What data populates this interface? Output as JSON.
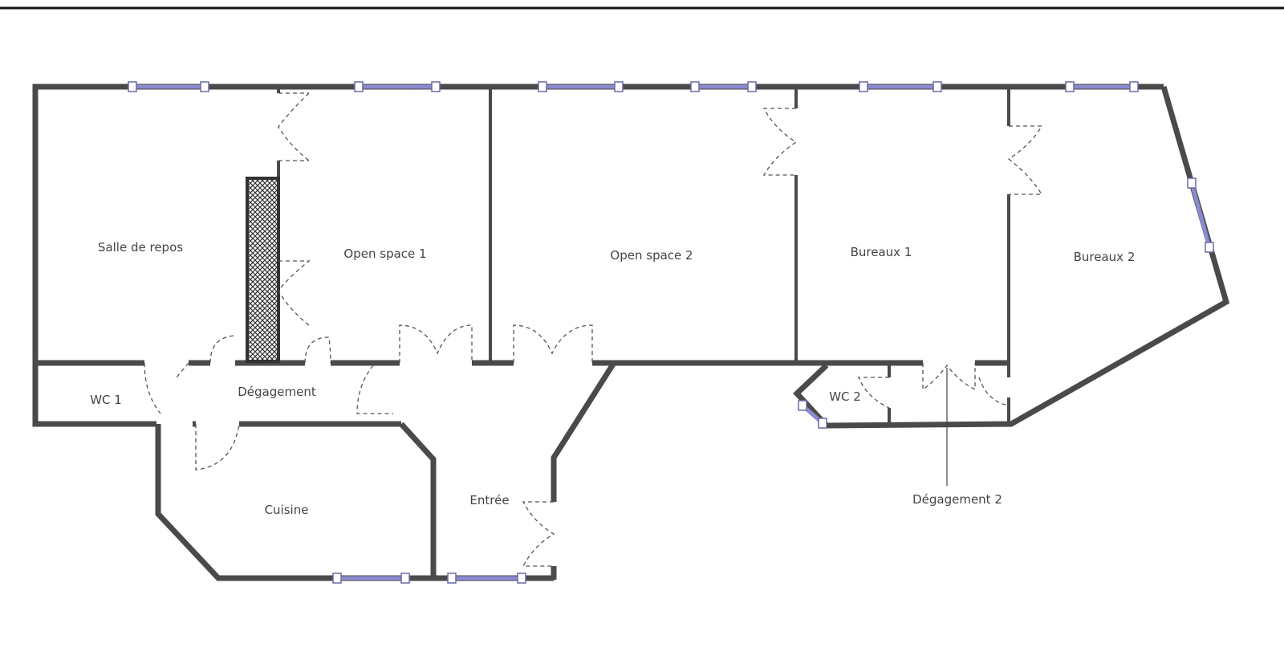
{
  "plan": {
    "rooms": {
      "salle_de_repos": "Salle de repos",
      "open_space_1": "Open space 1",
      "open_space_2": "Open space 2",
      "bureaux_1": "Bureaux 1",
      "bureaux_2": "Bureaux 2",
      "wc_1": "WC 1",
      "degagement": "Dégagement",
      "cuisine": "Cuisine",
      "entree": "Entrée",
      "wc_2": "WC 2",
      "degagement_2": "Dégagement 2"
    },
    "colors": {
      "wall": "#4a4a4a",
      "window": "#8a8ad0"
    }
  }
}
